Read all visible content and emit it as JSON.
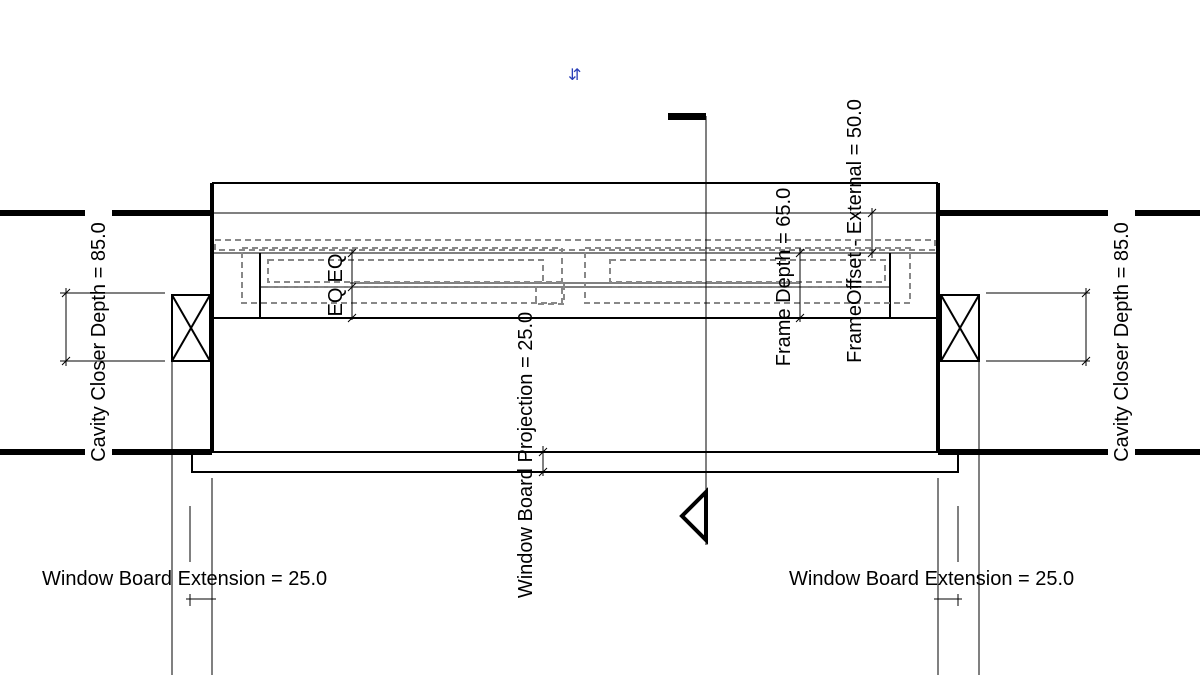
{
  "labels": {
    "cavity_closer_left": "Cavity Closer Depth = 85.0",
    "cavity_closer_right": "Cavity Closer Depth = 85.0",
    "window_board_projection": "Window Board Projection = 25.0",
    "frame_depth": "Frame Depth = 65.0",
    "frame_offset_external": "FrameOffset - External = 50.0",
    "window_board_extension_left": "Window Board Extension = 25.0",
    "window_board_extension_right": "Window Board Extension = 25.0",
    "eq_1": "EQ",
    "eq_2": "EQ"
  },
  "icons": {
    "flip_control": "flip-arrows-icon",
    "section_marker": "section-head-icon"
  },
  "colors": {
    "line": "#000000",
    "hidden_line": "#888888",
    "flip_control": "#2a3fb8"
  }
}
